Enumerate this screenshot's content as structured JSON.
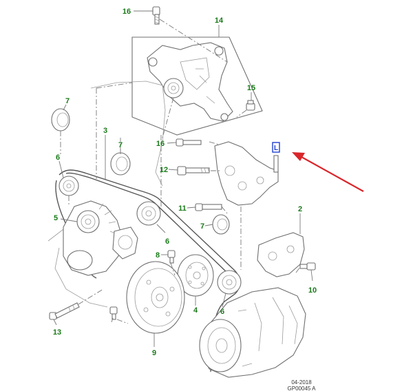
{
  "diagram": {
    "callouts": {
      "c16_top": "16",
      "c14": "14",
      "c15": "15",
      "c7_a": "7",
      "c3": "3",
      "c16_mid": "16",
      "c7_b": "7",
      "c6_a": "6",
      "c12": "12",
      "c2": "2",
      "c11": "11",
      "c5": "5",
      "c7_c": "7",
      "c6_b": "6",
      "c8": "8",
      "c10": "10",
      "c4": "4",
      "c6_c": "6",
      "c13": "13",
      "c9": "9"
    },
    "highlight_marker": "L",
    "footer_date": "04-2018",
    "footer_code": "GP00045 A",
    "colors": {
      "callout": "#1a7a1a",
      "arrow": "#d9262b",
      "marker_box": "#1f3fd0",
      "linework": "#6f6f6f"
    }
  }
}
